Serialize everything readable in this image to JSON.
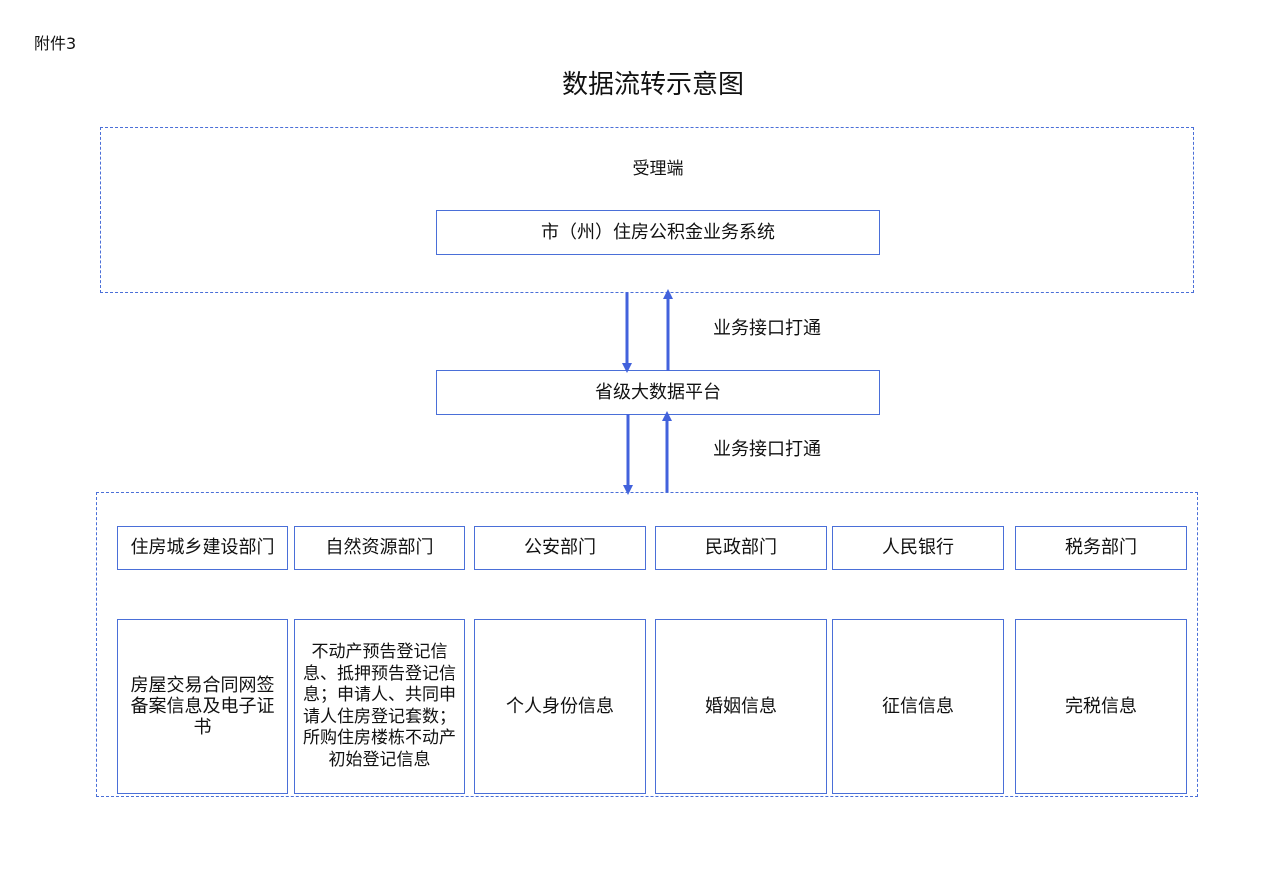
{
  "attachment_label": "附件3",
  "title": "数据流转示意图",
  "receiving_end": {
    "label": "受理端",
    "system": "市（州）住房公积金业务系统"
  },
  "platform": "省级大数据平台",
  "links": [
    {
      "label": "业务接口打通"
    },
    {
      "label": "业务接口打通"
    }
  ],
  "departments": [
    {
      "name": "住房城乡建设部门",
      "info": "房屋交易合同网签备案信息及电子证书"
    },
    {
      "name": "自然资源部门",
      "info": "不动产预告登记信息、抵押预告登记信息；申请人、共同申请人住房登记套数；所购住房楼栋不动产初始登记信息"
    },
    {
      "name": "公安部门",
      "info": "个人身份信息"
    },
    {
      "name": "民政部门",
      "info": "婚姻信息"
    },
    {
      "name": "人民银行",
      "info": "征信信息"
    },
    {
      "name": "税务部门",
      "info": "完税信息"
    }
  ],
  "colors": {
    "accent": "#4a6fd8",
    "arrow": "#4262dc"
  }
}
